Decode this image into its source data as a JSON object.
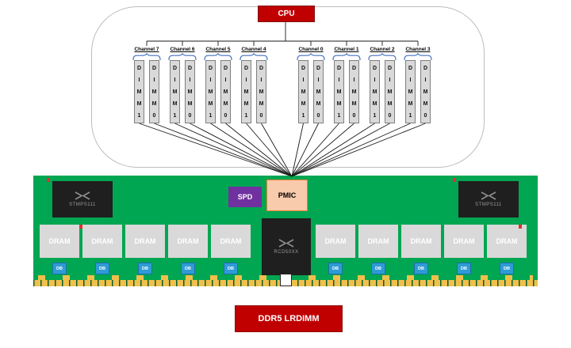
{
  "cpu": {
    "label": "CPU"
  },
  "channels": [
    {
      "label": "Channel 7",
      "dimms": [
        "DIMM1",
        "DIMM0"
      ]
    },
    {
      "label": "Channel 6",
      "dimms": [
        "DIMM1",
        "DIMM0"
      ]
    },
    {
      "label": "Channel 5",
      "dimms": [
        "DIMM1",
        "DIMM0"
      ]
    },
    {
      "label": "Channel 4",
      "dimms": [
        "DIMM1",
        "DIMM0"
      ]
    },
    {
      "label": "Channel 0",
      "dimms": [
        "DIMM1",
        "DIMM0"
      ]
    },
    {
      "label": "Channel 1",
      "dimms": [
        "DIMM1",
        "DIMM0"
      ]
    },
    {
      "label": "Channel 2",
      "dimms": [
        "DIMM1",
        "DIMM0"
      ]
    },
    {
      "label": "Channel 3",
      "dimms": [
        "DIMM1",
        "DIMM0"
      ]
    }
  ],
  "module": {
    "spd_label": "SPD",
    "pmic_label": "PMIC",
    "rcd_label": "RCD50XX",
    "temp_sensor_label": "STMPS111",
    "dram_labels": [
      "DRAM",
      "DRAM",
      "DRAM",
      "DRAM",
      "DRAM",
      "DRAM",
      "DRAM",
      "DRAM",
      "DRAM",
      "DRAM"
    ],
    "db_labels": [
      "DB",
      "DB",
      "DB",
      "DB",
      "DB",
      "DB",
      "DB",
      "DB",
      "DB",
      "DB"
    ]
  },
  "caption": {
    "label": "DDR5 LRDIMM"
  },
  "colors": {
    "pcb_green": "#00A651",
    "cpu_red": "#C00000",
    "caption_red": "#C00000",
    "spd_purple": "#7030A0",
    "pmic_fill": "#F8CBAD",
    "pmic_border": "#ED7D31",
    "db_blue": "#2E9BD6",
    "gold": "#EFC04B",
    "brace_blue": "#4472C4",
    "chip_black": "#1F1F1F",
    "dram_gray": "#D9D9D9",
    "wire_black": "#1A1A1A"
  }
}
